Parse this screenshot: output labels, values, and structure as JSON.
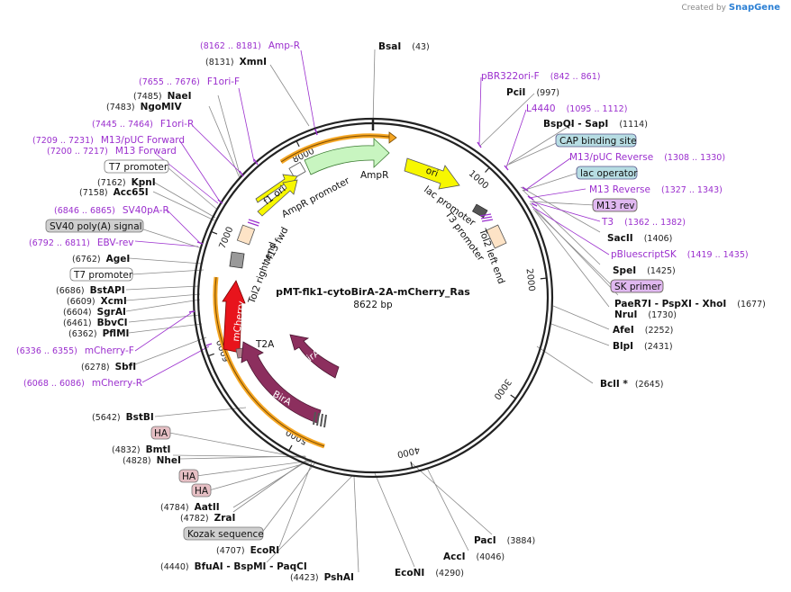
{
  "credit": {
    "prefix": "Created by",
    "brand": "SnapGene"
  },
  "plasmid": {
    "name": "pMT-flk1-cytoBirA-2A-mCherry_Ras",
    "size_label": "8622 bp",
    "length": 8622
  },
  "ticks": [
    1000,
    2000,
    3000,
    4000,
    5000,
    6000,
    7000,
    8000
  ],
  "tick_labels": [
    "1000",
    "2000",
    "3000",
    "4000",
    "5000",
    "6000",
    "7000",
    "8000"
  ],
  "enzymes": [
    {
      "name": "BsaI",
      "pos": "(43)"
    },
    {
      "name": "PciI",
      "pos": "(997)"
    },
    {
      "name": "BspQI  -  SapI",
      "pos": "(1114)"
    },
    {
      "name": "SacII",
      "pos": "(1406)"
    },
    {
      "name": "SpeI",
      "pos": "(1425)"
    },
    {
      "name": "PaeR7I   -  PspXI   -  XhoI",
      "pos": "(1677)"
    },
    {
      "name": "NruI",
      "pos": "(1730)"
    },
    {
      "name": "AfeI",
      "pos": "(2252)"
    },
    {
      "name": "BlpI",
      "pos": "(2431)"
    },
    {
      "name": "BclI *",
      "pos": "(2645)"
    },
    {
      "name": "PacI",
      "pos": "(3884)"
    },
    {
      "name": "AccI",
      "pos": "(4046)"
    },
    {
      "name": "EcoNI",
      "pos": "(4290)"
    },
    {
      "name": "PshAI",
      "pos": "(4423)"
    },
    {
      "name": "BfuAI  -  BspMI  -  PaqCI",
      "pos": "(4440)"
    },
    {
      "name": "EcoRI",
      "pos": "(4707)"
    },
    {
      "name": "ZraI",
      "pos": "(4782)"
    },
    {
      "name": "AatII",
      "pos": "(4784)"
    },
    {
      "name": "NheI",
      "pos": "(4828)"
    },
    {
      "name": "BmtI",
      "pos": "(4832)"
    },
    {
      "name": "BstBI",
      "pos": "(5642)"
    },
    {
      "name": "SbfI",
      "pos": "(6278)"
    },
    {
      "name": "PflMI",
      "pos": "(6362)"
    },
    {
      "name": "BbvCI",
      "pos": "(6461)"
    },
    {
      "name": "SgrAI",
      "pos": "(6604)"
    },
    {
      "name": "XcmI",
      "pos": "(6609)"
    },
    {
      "name": "BstAPI",
      "pos": "(6686)"
    },
    {
      "name": "AgeI",
      "pos": "(6762)"
    },
    {
      "name": "Acc65I",
      "pos": "(7158)"
    },
    {
      "name": "KpnI",
      "pos": "(7162)"
    },
    {
      "name": "NgoMIV",
      "pos": "(7483)"
    },
    {
      "name": "NaeI",
      "pos": "(7485)"
    },
    {
      "name": "XmnI",
      "pos": "(8131)"
    }
  ],
  "primers": [
    {
      "name": "Amp-R",
      "range": "(8162 .. 8181)"
    },
    {
      "name": "F1ori-F",
      "range": "(7655 .. 7676)"
    },
    {
      "name": "F1ori-R",
      "range": "(7445 .. 7464)"
    },
    {
      "name": "M13/pUC Forward",
      "range": "(7209 .. 7231)"
    },
    {
      "name": "M13 Forward",
      "range": "(7200 .. 7217)"
    },
    {
      "name": "SV40pA-R",
      "range": "(6846 .. 6865)"
    },
    {
      "name": "EBV-rev",
      "range": "(6792 .. 6811)"
    },
    {
      "name": "mCherry-F",
      "range": "(6336 .. 6355)"
    },
    {
      "name": "mCherry-R",
      "range": "(6068 .. 6086)"
    },
    {
      "name": "pBR322ori-F",
      "range": "(842 .. 861)"
    },
    {
      "name": "L4440",
      "range": "(1095 .. 1112)"
    },
    {
      "name": "M13/pUC Reverse",
      "range": "(1308 .. 1330)"
    },
    {
      "name": "M13 Reverse",
      "range": "(1327 .. 1343)"
    },
    {
      "name": "T3",
      "range": "(1362 .. 1382)"
    },
    {
      "name": "pBluescriptSK",
      "range": "(1419 .. 1435)"
    }
  ],
  "boxed_features": [
    {
      "name": "T7 promoter"
    },
    {
      "name": "SV40 poly(A) signal"
    },
    {
      "name": "T7 promoter"
    },
    {
      "name": "CAP binding site"
    },
    {
      "name": "lac operator"
    },
    {
      "name": "M13 rev"
    },
    {
      "name": "SK primer"
    },
    {
      "name": "HA"
    },
    {
      "name": "HA"
    },
    {
      "name": "HA"
    },
    {
      "name": "Kozak sequence"
    }
  ],
  "feature_labels": {
    "ampr": "AmpR",
    "ampr_promoter": "AmpR promoter",
    "f1_ori": "f1 ori",
    "ori": "ori",
    "lac_promoter": "lac promoter",
    "t3_promoter": "T3 promoter",
    "tol2_left": "Tol2 left end",
    "tol2_right": "Tol2 right end",
    "m13_fwd": "M13 fwd",
    "mcherry": "mCherry",
    "t2a": "T2A",
    "bira": "BirA"
  },
  "colors": {
    "backbone": "#222222",
    "enzyme_line": "#777777",
    "primer": "#9b2fce",
    "ampr": "#c8f5c0",
    "f1_ori": "#f7f700",
    "ori": "#f7f700",
    "mcherry": "#e8141c",
    "bira": "#8c2f5e",
    "tol2": "#fde3c6",
    "orange_arc": "#f5a623",
    "cap_box": "#b7dde3",
    "lac_box": "#b7dde3",
    "primer_box": "#e0b8f0",
    "ha_box": "#e6bfc4",
    "gray_box": "#cfcfcf"
  }
}
